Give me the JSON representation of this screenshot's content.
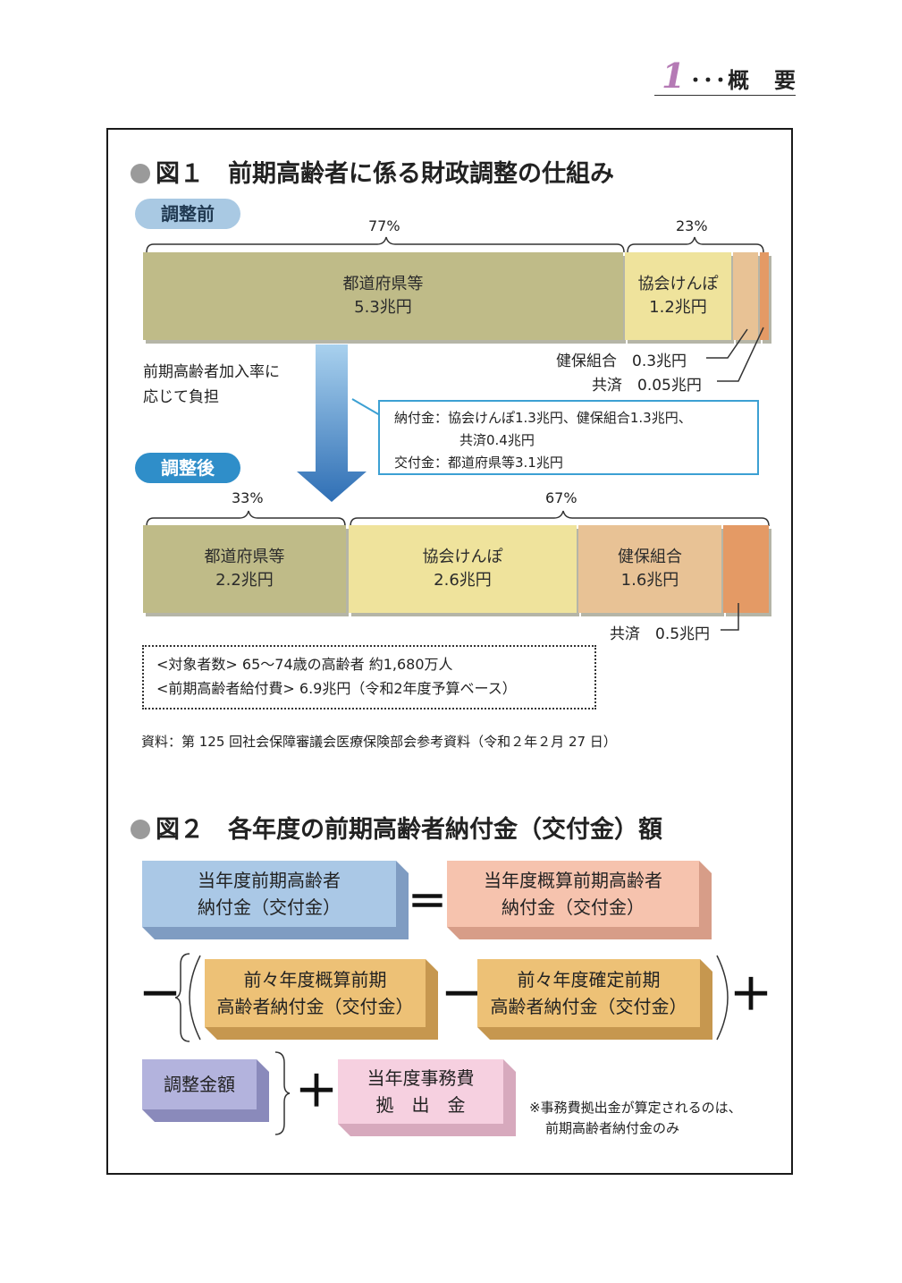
{
  "header": {
    "number": "1",
    "text": "･･･概　要"
  },
  "fig1": {
    "title": "図１　前期高齢者に係る財政調整の仕組み",
    "before_label": "調整前",
    "after_label": "調整後",
    "before": {
      "pct_left": "77%",
      "pct_right": "23%",
      "seg1_name": "都道府県等",
      "seg1_val": "5.3兆円",
      "seg2_name": "協会けんぽ",
      "seg2_val": "1.2兆円",
      "kenpo_label": "健保組合　0.3兆円",
      "kyosai_label": "共済　0.05兆円"
    },
    "arrow_caption_1": "前期高齢者加入率に",
    "arrow_caption_2": "応じて負担",
    "info": {
      "line1": "納付金：協会けんぽ1.3兆円、健保組合1.3兆円、",
      "line2": "共済0.4兆円",
      "line3": "交付金：都道府県等3.1兆円"
    },
    "after": {
      "pct_left": "33%",
      "pct_right": "67%",
      "seg1_name": "都道府県等",
      "seg1_val": "2.2兆円",
      "seg2_name": "協会けんぽ",
      "seg2_val": "2.6兆円",
      "seg3_name": "健保組合",
      "seg3_val": "1.6兆円",
      "kyosai_label": "共済　0.5兆円"
    },
    "targets": "<対象者数> 65〜74歳の高齢者 約1,680万人",
    "benefits": "<前期高齢者給付費> 6.9兆円（令和2年度予算ベース）",
    "source": "資料：第 125 回社会保障審議会医療保険部会参考資料（令和２年２月 27 日）"
  },
  "fig2": {
    "title": "図２　各年度の前期高齢者納付金（交付金）額",
    "box1_l1": "当年度前期高齢者",
    "box1_l2": "納付金（交付金）",
    "box2_l1": "当年度概算前期高齢者",
    "box2_l2": "納付金（交付金）",
    "box3_l1": "前々年度概算前期",
    "box3_l2": "高齢者納付金（交付金）",
    "box4_l1": "前々年度確定前期",
    "box4_l2": "高齢者納付金（交付金）",
    "box5": "調整金額",
    "box6_l1": "当年度事務費",
    "box6_l2": "拠　出　金",
    "op_eq": "＝",
    "op_minus": "－",
    "op_plus": "＋",
    "foot_1": "※事務費拠出金が算定されるのは、",
    "foot_2": "前期高齢者納付金のみ"
  },
  "colors": {
    "olive": "#bfbb88",
    "yellow": "#efe39c",
    "tan": "#e8c295",
    "orange": "#e49a65",
    "blue_box": "#aac8e6",
    "peach_box": "#f6c3ae",
    "gold_box": "#edc176",
    "purple_box": "#b3b3dd",
    "pink_box": "#f6d0e0"
  }
}
